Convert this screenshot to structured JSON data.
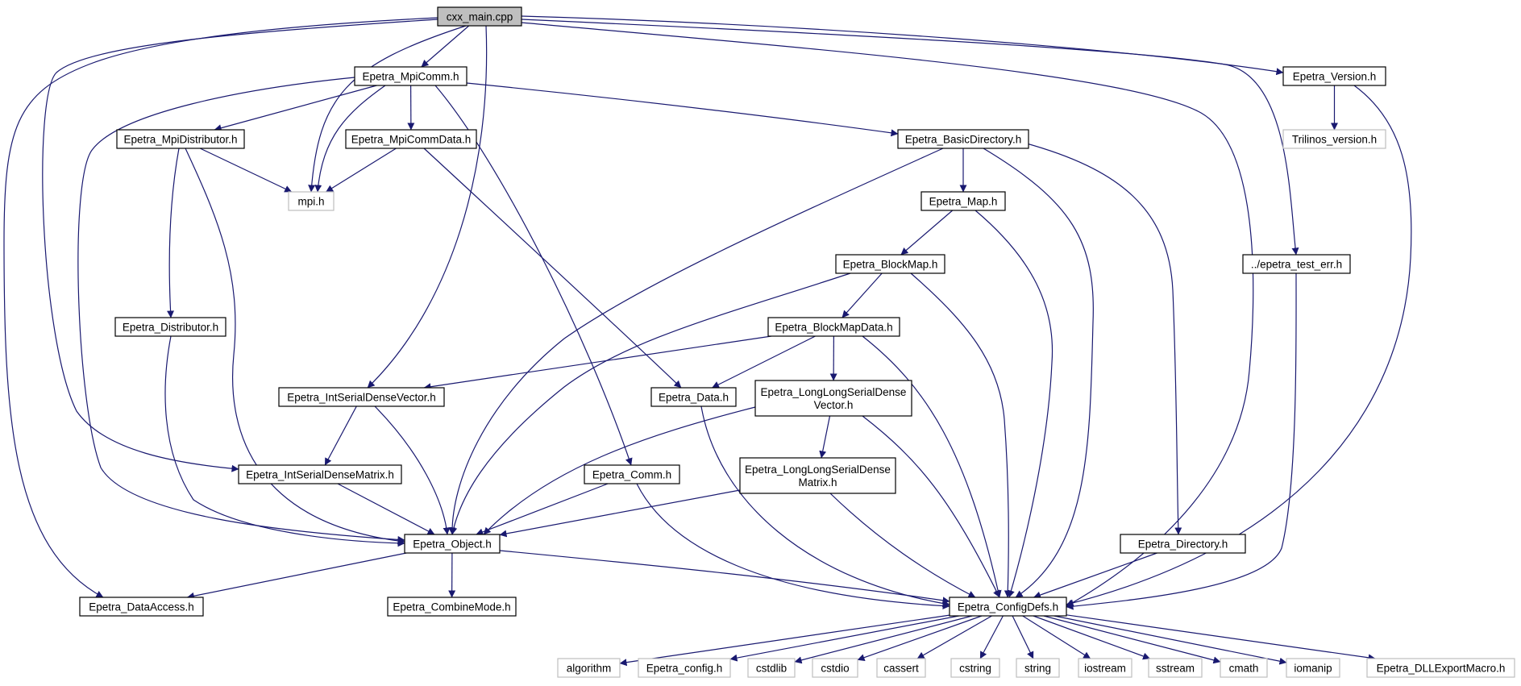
{
  "diagram": {
    "colors": {
      "edge": "#191970",
      "root_fill": "#bfbfbf",
      "node_border": "#000000",
      "external_border": "#bfbfbf",
      "text": "#000000"
    },
    "nodes": [
      {
        "id": "cxx_main",
        "label": "cxx_main.cpp",
        "kind": "root"
      },
      {
        "id": "mpicomm",
        "label": "Epetra_MpiComm.h",
        "kind": "header"
      },
      {
        "id": "version",
        "label": "Epetra_Version.h",
        "kind": "header"
      },
      {
        "id": "mpidist",
        "label": "Epetra_MpiDistributor.h",
        "kind": "header"
      },
      {
        "id": "mpicommdata",
        "label": "Epetra_MpiCommData.h",
        "kind": "header"
      },
      {
        "id": "basicdir",
        "label": "Epetra_BasicDirectory.h",
        "kind": "header"
      },
      {
        "id": "trilinos",
        "label": "Trilinos_version.h",
        "kind": "external"
      },
      {
        "id": "mpi",
        "label": "mpi.h",
        "kind": "external"
      },
      {
        "id": "map",
        "label": "Epetra_Map.h",
        "kind": "header"
      },
      {
        "id": "blockmap",
        "label": "Epetra_BlockMap.h",
        "kind": "header"
      },
      {
        "id": "testerr",
        "label": "../epetra_test_err.h",
        "kind": "header"
      },
      {
        "id": "distributor",
        "label": "Epetra_Distributor.h",
        "kind": "header"
      },
      {
        "id": "blockmapdata",
        "label": "Epetra_BlockMapData.h",
        "kind": "header"
      },
      {
        "id": "intsdv",
        "label": "Epetra_IntSerialDenseVector.h",
        "kind": "header"
      },
      {
        "id": "data",
        "label": "Epetra_Data.h",
        "kind": "header"
      },
      {
        "id": "llsdv",
        "label": [
          "Epetra_LongLongSerialDense",
          "Vector.h"
        ],
        "kind": "header"
      },
      {
        "id": "intsdm",
        "label": "Epetra_IntSerialDenseMatrix.h",
        "kind": "header"
      },
      {
        "id": "comm",
        "label": "Epetra_Comm.h",
        "kind": "header"
      },
      {
        "id": "llsdm",
        "label": [
          "Epetra_LongLongSerialDense",
          "Matrix.h"
        ],
        "kind": "header"
      },
      {
        "id": "object",
        "label": "Epetra_Object.h",
        "kind": "header"
      },
      {
        "id": "directory",
        "label": "Epetra_Directory.h",
        "kind": "header"
      },
      {
        "id": "dataaccess",
        "label": "Epetra_DataAccess.h",
        "kind": "header"
      },
      {
        "id": "combinemode",
        "label": "Epetra_CombineMode.h",
        "kind": "header"
      },
      {
        "id": "configdefs",
        "label": "Epetra_ConfigDefs.h",
        "kind": "header"
      },
      {
        "id": "algorithm",
        "label": "algorithm",
        "kind": "external"
      },
      {
        "id": "epetra_config",
        "label": "Epetra_config.h",
        "kind": "external"
      },
      {
        "id": "cstdlib",
        "label": "cstdlib",
        "kind": "external"
      },
      {
        "id": "cstdio",
        "label": "cstdio",
        "kind": "external"
      },
      {
        "id": "cassert",
        "label": "cassert",
        "kind": "external"
      },
      {
        "id": "cstring",
        "label": "cstring",
        "kind": "external"
      },
      {
        "id": "string",
        "label": "string",
        "kind": "external"
      },
      {
        "id": "iostream",
        "label": "iostream",
        "kind": "external"
      },
      {
        "id": "sstream",
        "label": "sstream",
        "kind": "external"
      },
      {
        "id": "cmath",
        "label": "cmath",
        "kind": "external"
      },
      {
        "id": "iomanip",
        "label": "iomanip",
        "kind": "external"
      },
      {
        "id": "dllexport",
        "label": "Epetra_DLLExportMacro.h",
        "kind": "external"
      }
    ],
    "edges": [
      [
        "cxx_main",
        "mpicomm"
      ],
      [
        "cxx_main",
        "mpi"
      ],
      [
        "cxx_main",
        "intsdv"
      ],
      [
        "cxx_main",
        "intsdm"
      ],
      [
        "cxx_main",
        "dataaccess"
      ],
      [
        "cxx_main",
        "version"
      ],
      [
        "cxx_main",
        "testerr"
      ],
      [
        "cxx_main",
        "configdefs"
      ],
      [
        "mpicomm",
        "mpidist"
      ],
      [
        "mpicomm",
        "mpi"
      ],
      [
        "mpicomm",
        "mpicommdata"
      ],
      [
        "mpicomm",
        "basicdir"
      ],
      [
        "mpicomm",
        "comm"
      ],
      [
        "mpicomm",
        "object"
      ],
      [
        "version",
        "trilinos"
      ],
      [
        "version",
        "configdefs"
      ],
      [
        "mpidist",
        "mpi"
      ],
      [
        "mpidist",
        "distributor"
      ],
      [
        "mpidist",
        "object"
      ],
      [
        "mpicommdata",
        "mpi"
      ],
      [
        "mpicommdata",
        "data"
      ],
      [
        "basicdir",
        "map"
      ],
      [
        "basicdir",
        "object"
      ],
      [
        "basicdir",
        "configdefs"
      ],
      [
        "basicdir",
        "directory"
      ],
      [
        "map",
        "blockmap"
      ],
      [
        "map",
        "configdefs"
      ],
      [
        "blockmap",
        "blockmapdata"
      ],
      [
        "blockmap",
        "object"
      ],
      [
        "blockmap",
        "configdefs"
      ],
      [
        "testerr",
        "configdefs"
      ],
      [
        "distributor",
        "object"
      ],
      [
        "blockmapdata",
        "intsdv"
      ],
      [
        "blockmapdata",
        "data"
      ],
      [
        "blockmapdata",
        "llsdv"
      ],
      [
        "blockmapdata",
        "configdefs"
      ],
      [
        "intsdv",
        "intsdm"
      ],
      [
        "intsdv",
        "object"
      ],
      [
        "data",
        "configdefs"
      ],
      [
        "llsdv",
        "llsdm"
      ],
      [
        "llsdv",
        "object"
      ],
      [
        "llsdv",
        "configdefs"
      ],
      [
        "intsdm",
        "object"
      ],
      [
        "comm",
        "object"
      ],
      [
        "comm",
        "configdefs"
      ],
      [
        "llsdm",
        "object"
      ],
      [
        "llsdm",
        "configdefs"
      ],
      [
        "object",
        "dataaccess"
      ],
      [
        "object",
        "combinemode"
      ],
      [
        "object",
        "configdefs"
      ],
      [
        "directory",
        "configdefs"
      ],
      [
        "configdefs",
        "algorithm"
      ],
      [
        "configdefs",
        "epetra_config"
      ],
      [
        "configdefs",
        "cstdlib"
      ],
      [
        "configdefs",
        "cstdio"
      ],
      [
        "configdefs",
        "cassert"
      ],
      [
        "configdefs",
        "cstring"
      ],
      [
        "configdefs",
        "string"
      ],
      [
        "configdefs",
        "iostream"
      ],
      [
        "configdefs",
        "sstream"
      ],
      [
        "configdefs",
        "cmath"
      ],
      [
        "configdefs",
        "iomanip"
      ],
      [
        "configdefs",
        "dllexport"
      ]
    ]
  }
}
